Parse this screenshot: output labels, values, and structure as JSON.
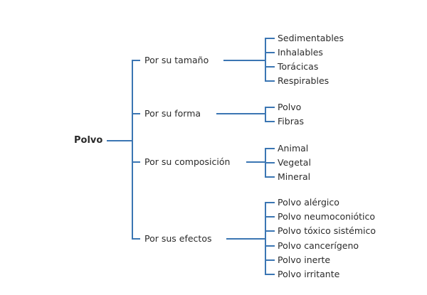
{
  "root": "Polvo",
  "line_color": "#3b76b3",
  "branches": [
    {
      "label": "Por su tamaño",
      "leaves": [
        "Sedimentables",
        "Inhalables",
        "Torácicas",
        "Respirables"
      ]
    },
    {
      "label": "Por su forma",
      "leaves": [
        "Polvo",
        "Fibras"
      ]
    },
    {
      "label": "Por su composición",
      "leaves": [
        "Animal",
        "Vegetal",
        "Mineral"
      ]
    },
    {
      "label": "Por sus efectos",
      "leaves": [
        "Polvo alérgico",
        "Polvo neumoconiótico",
        "Polvo tóxico sistémico",
        "Polvo cancerígeno",
        "Polvo inerte",
        "Polvo irritante"
      ]
    }
  ]
}
